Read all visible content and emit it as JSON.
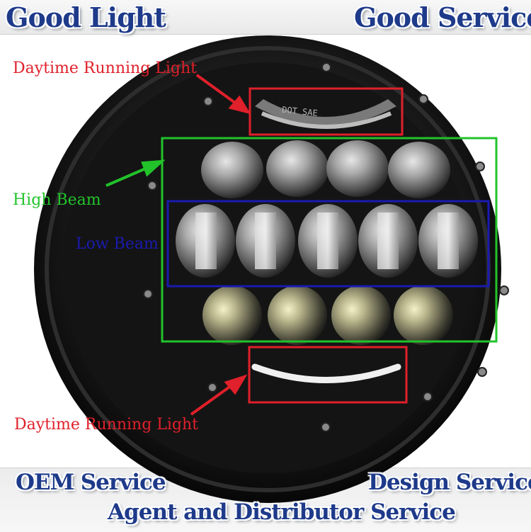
{
  "banners": {
    "top_left": "Good Light",
    "top_right": "Good Service",
    "bottom_left": "OEM Service",
    "bottom_right": "Design Service",
    "bottom_center": "Agent and Distributor Service"
  },
  "annotations": {
    "drl_top": "Daytime Running Light",
    "high_beam": "High Beam",
    "low_beam": "Low Beam",
    "drl_bottom": "Daytime Running Light"
  },
  "lens_marking": "DOT SAE",
  "colors": {
    "banner_text": "#1e3a8a",
    "drl": "#e0202a",
    "high_beam": "#22c32a",
    "low_beam": "#1a1ab0"
  }
}
